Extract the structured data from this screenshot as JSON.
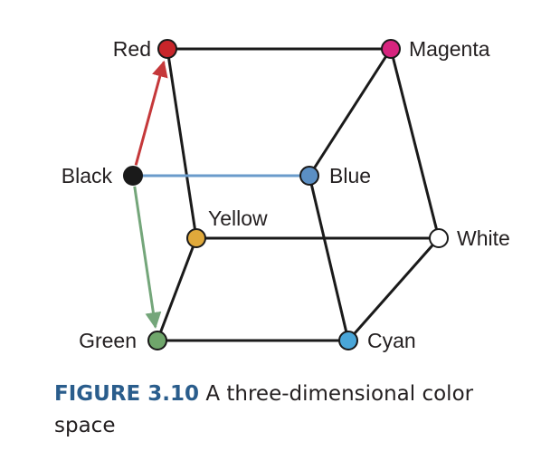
{
  "diagram": {
    "nodes": [
      {
        "id": "red",
        "label": "Red",
        "color": "#c8252a"
      },
      {
        "id": "magenta",
        "label": "Magenta",
        "color": "#d6247e"
      },
      {
        "id": "black",
        "label": "Black",
        "color": "#1a1a1a"
      },
      {
        "id": "blue",
        "label": "Blue",
        "color": "#5b8fc4"
      },
      {
        "id": "yellow",
        "label": "Yellow",
        "color": "#e0a93b"
      },
      {
        "id": "white",
        "label": "White",
        "color": "#ffffff"
      },
      {
        "id": "green",
        "label": "Green",
        "color": "#6fa66b"
      },
      {
        "id": "cyan",
        "label": "Cyan",
        "color": "#4aa6d8"
      }
    ],
    "edges": [
      {
        "from": "red",
        "to": "magenta"
      },
      {
        "from": "red",
        "to": "yellow"
      },
      {
        "from": "magenta",
        "to": "blue"
      },
      {
        "from": "magenta",
        "to": "white"
      },
      {
        "from": "yellow",
        "to": "white"
      },
      {
        "from": "yellow",
        "to": "green"
      },
      {
        "from": "blue",
        "to": "cyan"
      },
      {
        "from": "white",
        "to": "cyan"
      },
      {
        "from": "green",
        "to": "cyan"
      },
      {
        "from": "black",
        "to": "blue",
        "color": "#6a9bcb"
      }
    ],
    "arrows": [
      {
        "from": "black",
        "to": "red",
        "color": "#c5383a"
      },
      {
        "from": "black",
        "to": "green",
        "color": "#74a67a"
      }
    ]
  },
  "caption": {
    "label": "FIGURE 3.10",
    "text": " A three-dimensional color space"
  }
}
